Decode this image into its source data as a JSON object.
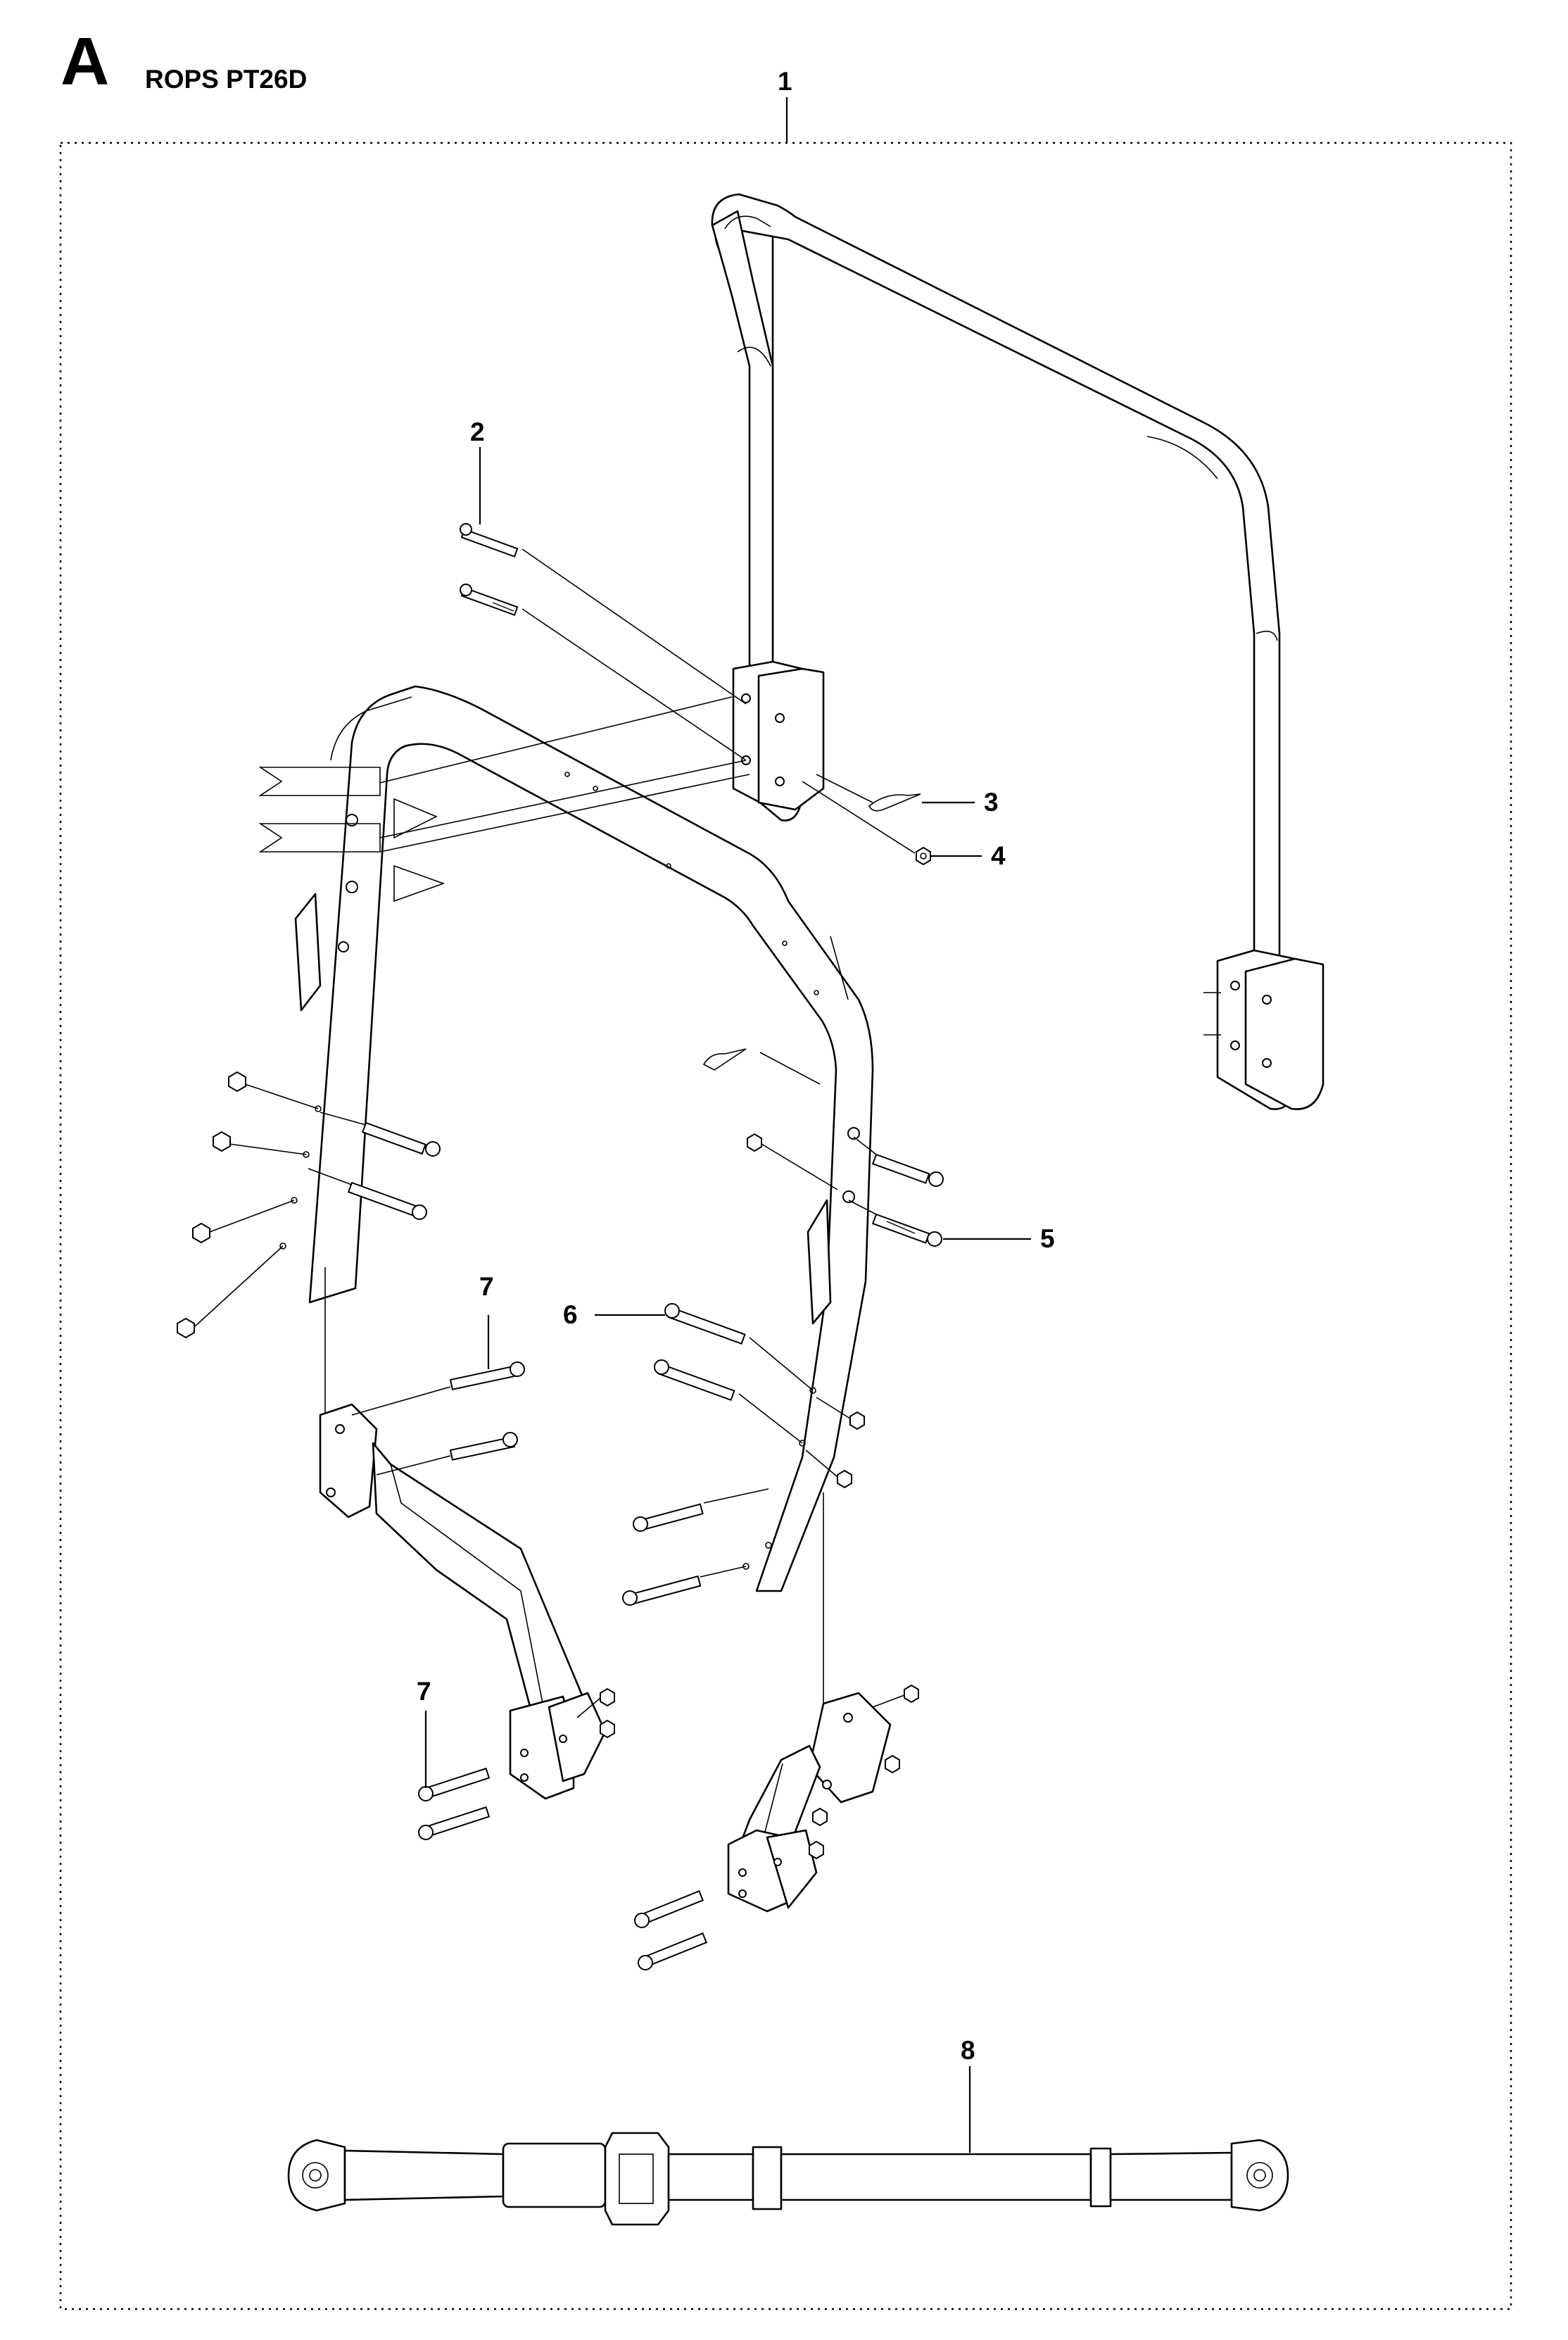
{
  "header": {
    "section_letter": "A",
    "title": "ROPS PT26D"
  },
  "callouts": {
    "c1": "1",
    "c2": "2",
    "c3": "3",
    "c4": "4",
    "c5": "5",
    "c6": "6",
    "c7a": "7",
    "c7b": "7",
    "c8": "8"
  }
}
